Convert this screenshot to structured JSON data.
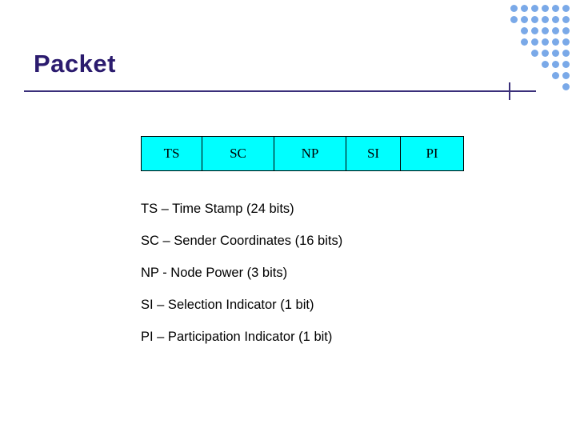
{
  "slide": {
    "title": "Packet",
    "accent_color": "#2b1b6e",
    "rule_color": "#3a2f7a",
    "dot_color": "#7aa9e8",
    "field_fill": "#00ffff",
    "background": "#ffffff"
  },
  "packet": {
    "fields": [
      {
        "label": "TS"
      },
      {
        "label": "SC"
      },
      {
        "label": "NP"
      },
      {
        "label": "SI"
      },
      {
        "label": "PI"
      }
    ]
  },
  "legend": {
    "lines": [
      "TS – Time Stamp (24 bits)",
      "SC – Sender Coordinates (16 bits)",
      "NP - Node Power (3 bits)",
      "SI – Selection Indicator  (1 bit)",
      "PI – Participation Indicator (1 bit)"
    ]
  },
  "decoration": {
    "dot_grid_name": "dot-grid-decoration"
  }
}
